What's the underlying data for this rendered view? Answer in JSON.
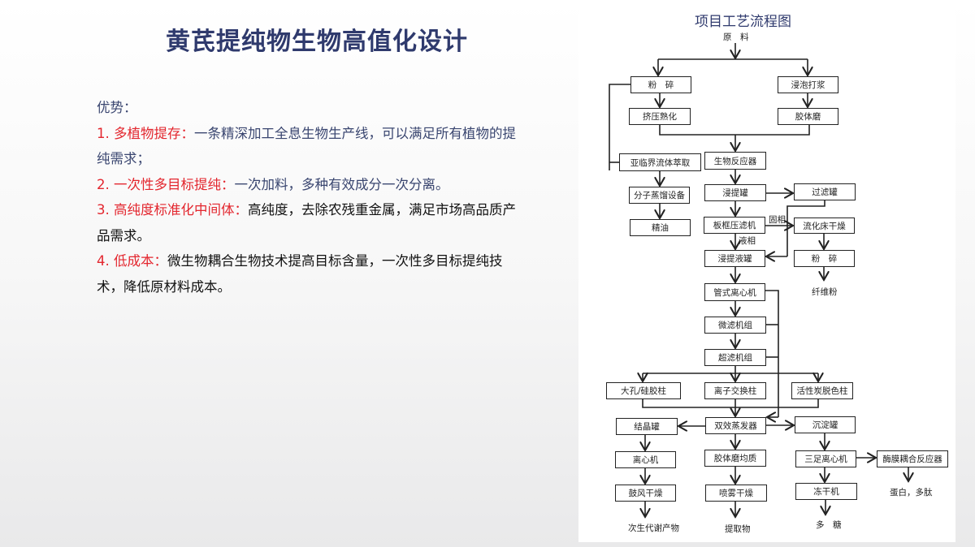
{
  "title": "黄芪提纯物生物高值化设计",
  "advantages": {
    "heading": "优势：",
    "items": [
      {
        "label": "1. 多植物提存：",
        "text": "一条精深加工全息生物生产线，可以满足所有植物的提纯需求；"
      },
      {
        "label": "2. 一次性多目标提纯：",
        "text": "一次加料，多种有效成分一次分离。"
      },
      {
        "label": "3. 高纯度标准化中间体：",
        "text": "高纯度，去除农残重金属，满足市场高品质产品需求。"
      },
      {
        "label": "4. 低成本：",
        "text": "微生物耦合生物技术提高目标含量，一次性多目标提纯技术，降低原材料成本。"
      }
    ]
  },
  "flowchart": {
    "title": "项目工艺流程图",
    "raw": "原　料",
    "boxes": {
      "fensui1": "粉　碎",
      "jinpao": "浸泡打浆",
      "jiya": "挤压熟化",
      "jiaoti": "胶体磨",
      "yalinjie": "亚临界流体萃取",
      "shengwu": "生物反应器",
      "fenzi": "分子蒸馏设备",
      "jintiguan": "浸提罐",
      "guolv": "过滤罐",
      "jingyou": "精油",
      "banKuang": "板框压滤机",
      "liuhua": "流化床干燥",
      "jintiye": "浸提液罐",
      "fensui2": "粉　碎",
      "guanshi": "管式离心机",
      "weilv": "微滤机组",
      "chaolv": "超滤机组",
      "dakong": "大孔/硅胶柱",
      "lizi": "离子交换柱",
      "huoxing": "活性炭脱色柱",
      "jiejing": "结晶罐",
      "shuangxiao": "双效蒸发器",
      "chendian": "沉淀罐",
      "lixin": "离心机",
      "jiaotijun": "胶体磨均质",
      "sanzu": "三足离心机",
      "meimo": "酶膜耦合反应器",
      "gufeng": "鼓风干燥",
      "penwu": "喷雾干燥",
      "donggan": "冻干机"
    },
    "labels": {
      "guxiang": "固相",
      "yexiang": "液相",
      "xianwei": "纤维粉",
      "cisheng": "次生代谢产物",
      "tiqu": "提取物",
      "duotang": "多　糖",
      "danbai": "蛋白，多肽"
    }
  }
}
